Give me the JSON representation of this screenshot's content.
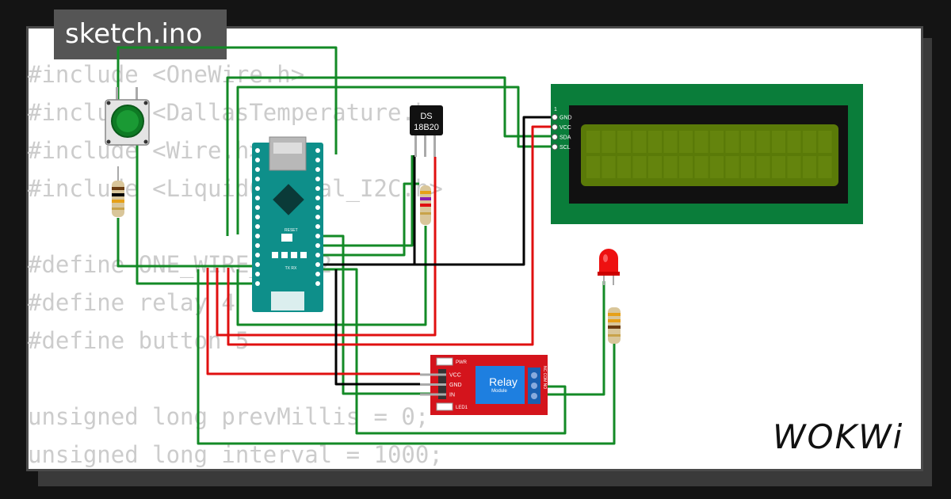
{
  "title": "sketch.ino",
  "code_lines": [
    "#include <OneWire.h>",
    "#include <DallasTemperature.h>",
    "#include <Wire.h>",
    "#include <LiquidCrystal_I2C.h>",
    "",
    "#define ONE_WIRE_BUS 2",
    "#define relay 4",
    "#define button 5",
    "",
    "unsigned long prevMillis = 0;",
    "unsigned long interval = 1000;"
  ],
  "sensor": {
    "line1": "DS",
    "line2": "18B20"
  },
  "lcd": {
    "pin_index": "1",
    "pins": [
      "GND",
      "VCC",
      "SDA",
      "SCL"
    ]
  },
  "relay": {
    "label": "Relay",
    "sub_label": "Module",
    "pwr": "PWR",
    "led": "LED1",
    "pins": [
      "VCC",
      "GND",
      "IN"
    ],
    "out_pins": "NC COM NO"
  },
  "nano": {
    "reset": "RESET",
    "txrx": "TX RX"
  },
  "logo": "WOKWi",
  "colors": {
    "wire_green": "#138a26",
    "wire_red": "#e01010",
    "wire_black": "#000000",
    "board": "#0e8f8a",
    "lcd_pcb": "#0a7d3a",
    "lcd_screen": "#5a7a08",
    "relay_pcb": "#d4141c",
    "relay_cube": "#1e7fe0"
  }
}
